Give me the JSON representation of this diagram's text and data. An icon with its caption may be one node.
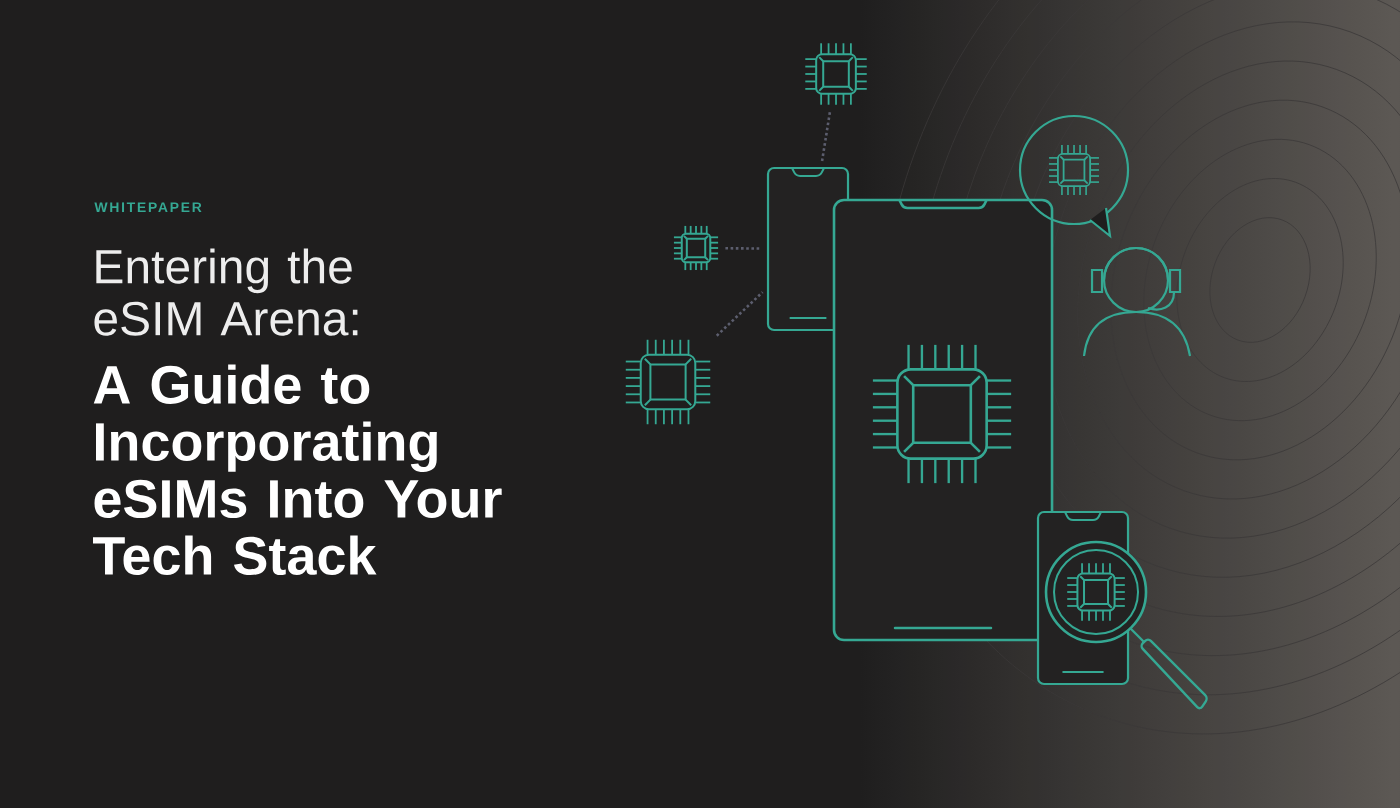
{
  "diagram": {
    "title": "Entering the eSIM Arena:",
    "nodes": [
      {
        "text": [],
        "shape": "picture"
      },
      {
        "text": [],
        "shape": "picture"
      },
      {
        "text": [],
        "shape": "picture"
      },
      {
        "text": [],
        "shape": "picture"
      }
    ],
    "edges": [
      {
        "from": 0,
        "to": 3,
        "arrow": "none",
        "style": "dashed"
      },
      {
        "from": 1,
        "to": 3,
        "arrow": "none",
        "style": "dashed"
      },
      {
        "from": 2,
        "to": 3,
        "arrow": "none",
        "style": "dashed"
      }
    ],
    "labels": [
      "WHITEPAPER",
      "A Guide to Incorporating eSIMs Into Your Tech Stack"
    ]
  }
}
